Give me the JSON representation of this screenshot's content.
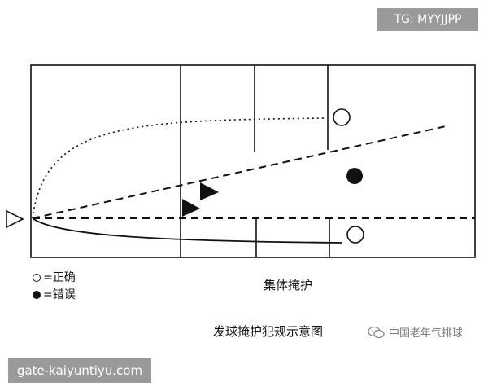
{
  "watermark_top": "TG: MYYJJPP",
  "watermark_bottom": "gate-kaiyuntiyu.com",
  "legend": [
    {
      "symbol": "open-circle",
      "label": "=正确"
    },
    {
      "symbol": "filled-circle",
      "label": "=错误"
    }
  ],
  "screen_label": "集体掩护",
  "caption": "发球掩护犯规示意图",
  "brand": {
    "text": "中国老年气排球",
    "icon": "wechat-icon"
  },
  "colors": {
    "ink": "#111111",
    "watermark_bg": "#9a9a9a",
    "brand_text": "#777777"
  }
}
